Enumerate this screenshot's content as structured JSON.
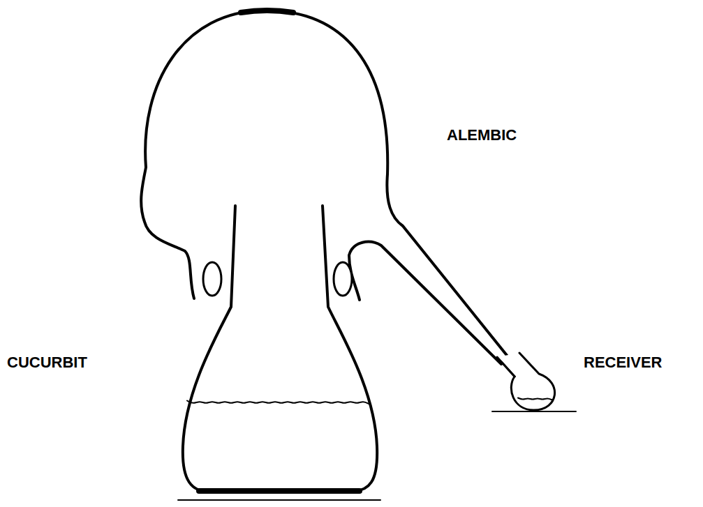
{
  "diagram": {
    "labels": [
      "ALEMBIC",
      "CUCURBIT",
      "RECEIVER"
    ]
  }
}
